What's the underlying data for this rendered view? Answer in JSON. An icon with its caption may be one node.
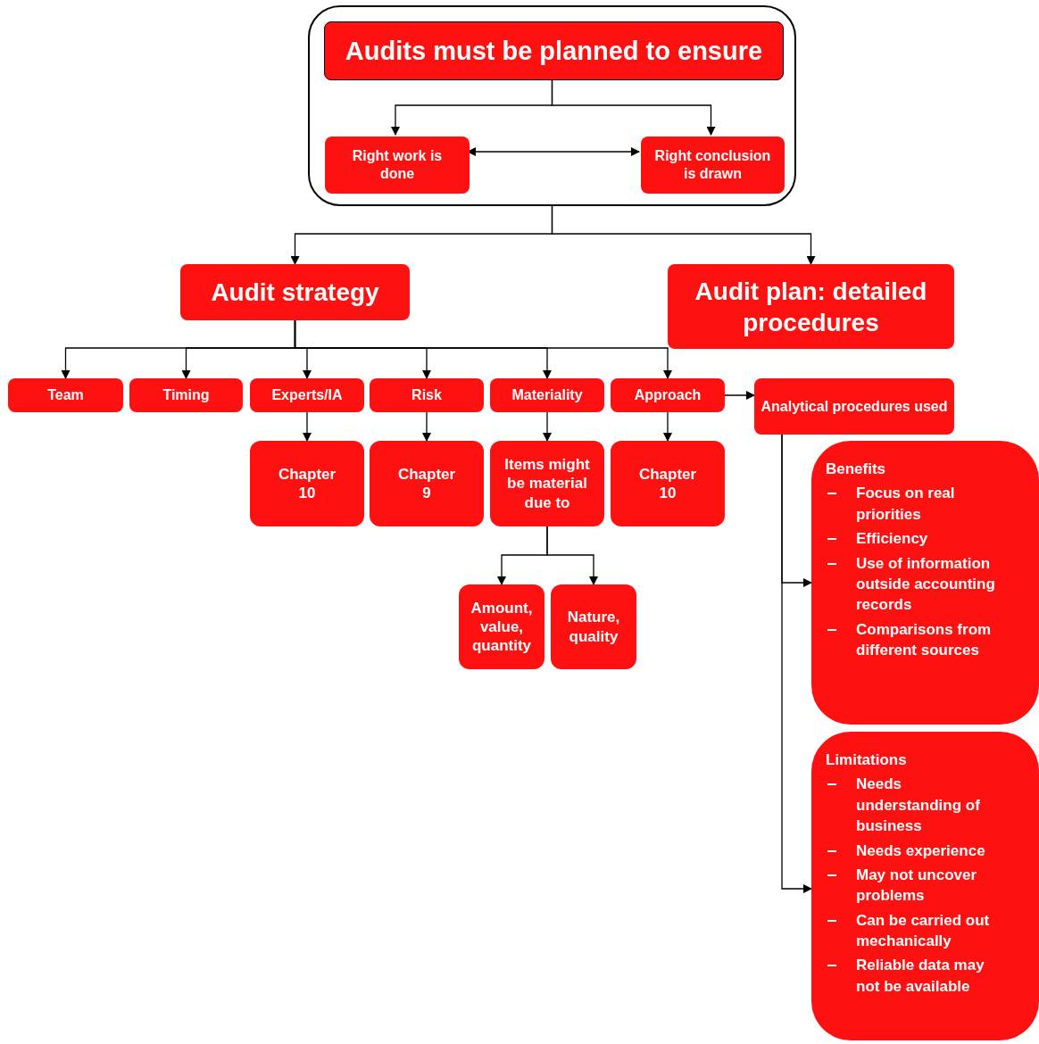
{
  "diagram": {
    "nodes": [
      {
        "text": [],
        "shape": "box"
      },
      {
        "text": [
          "Audits must be planned to ensure"
        ],
        "in": 0
      },
      {
        "text": [
          "Right work is done"
        ],
        "in": 0
      },
      {
        "text": [
          "Right conclusion is drawn"
        ],
        "in": 0
      },
      {
        "text": [
          "Audit strategy"
        ]
      },
      {
        "text": [
          "Audit plan: detailed procedures"
        ]
      },
      {
        "text": [
          "Team"
        ]
      },
      {
        "text": [
          "Timing"
        ]
      },
      {
        "text": [
          "Experts/IA"
        ]
      },
      {
        "text": [
          "Risk"
        ]
      },
      {
        "text": [
          "Materiality"
        ]
      },
      {
        "text": [
          "Approach"
        ]
      },
      {
        "text": [
          "Analytical procedures used"
        ]
      },
      {
        "text": [
          "Chapter 10"
        ]
      },
      {
        "text": [
          "Chapter 9"
        ]
      },
      {
        "text": [
          "Items might be material due to"
        ]
      },
      {
        "text": [
          "Chapter 10"
        ]
      },
      {
        "text": [
          "Amount, value, quantity"
        ]
      },
      {
        "text": [
          "Nature, quality"
        ]
      },
      {
        "text": [
          "Benefits",
          "Focus on real priorities",
          "Efficiency",
          "Use of information outside accounting records",
          "Comparisons from different sources"
        ]
      },
      {
        "text": [
          "Limitations",
          "Needs understanding of business",
          "Needs experience",
          "May not uncover problems",
          "Can be carried out mechanically",
          "Reliable data may not be available"
        ]
      }
    ],
    "edges": [
      {
        "from": 1,
        "to": 2,
        "arrow": "to"
      },
      {
        "from": 1,
        "to": 3,
        "arrow": "to"
      },
      {
        "from": 2,
        "to": 3,
        "arrow": "both"
      },
      {
        "from": 0,
        "to": 4,
        "arrow": "to"
      },
      {
        "from": 0,
        "to": 5,
        "arrow": "to"
      },
      {
        "from": 4,
        "to": 6,
        "arrow": "to"
      },
      {
        "from": 4,
        "to": 7,
        "arrow": "to"
      },
      {
        "from": 4,
        "to": 8,
        "arrow": "to"
      },
      {
        "from": 4,
        "to": 9,
        "arrow": "to"
      },
      {
        "from": 4,
        "to": 10,
        "arrow": "to"
      },
      {
        "from": 4,
        "to": 11,
        "arrow": "to"
      },
      {
        "from": 8,
        "to": 13,
        "arrow": "to"
      },
      {
        "from": 9,
        "to": 14,
        "arrow": "to"
      },
      {
        "from": 10,
        "to": 15,
        "arrow": "to"
      },
      {
        "from": 11,
        "to": 16,
        "arrow": "to"
      },
      {
        "from": 11,
        "to": 12,
        "arrow": "to"
      },
      {
        "from": 15,
        "to": 17,
        "arrow": "to"
      },
      {
        "from": 15,
        "to": 18,
        "arrow": "to"
      },
      {
        "from": 12,
        "to": 19,
        "arrow": "to"
      },
      {
        "from": 12,
        "to": 20,
        "arrow": "to"
      }
    ]
  }
}
